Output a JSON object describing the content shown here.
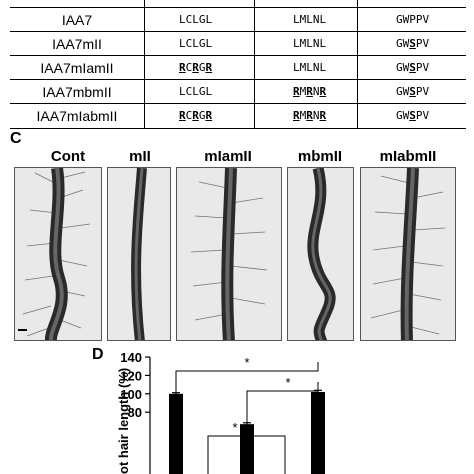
{
  "table": {
    "rows": [
      {
        "name": "IAA7",
        "s1": [
          {
            "t": "LCLGL",
            "m": false
          }
        ],
        "s2": [
          {
            "t": "LMLNL",
            "m": false
          }
        ],
        "s3": [
          {
            "t": "GWPPV",
            "m": false
          }
        ]
      },
      {
        "name": "IAA7mII",
        "s1": [
          {
            "t": "LCLGL",
            "m": false
          }
        ],
        "s2": [
          {
            "t": "LMLNL",
            "m": false
          }
        ],
        "s3": [
          {
            "t": "GW",
            "m": false
          },
          {
            "t": "S",
            "m": true
          },
          {
            "t": "PV",
            "m": false
          }
        ]
      },
      {
        "name": "IAA7mIamII",
        "s1": [
          {
            "t": "R",
            "m": true
          },
          {
            "t": "C",
            "m": false
          },
          {
            "t": "R",
            "m": true
          },
          {
            "t": "G",
            "m": false
          },
          {
            "t": "R",
            "m": true
          }
        ],
        "s2": [
          {
            "t": "LMLNL",
            "m": false
          }
        ],
        "s3": [
          {
            "t": "GW",
            "m": false
          },
          {
            "t": "S",
            "m": true
          },
          {
            "t": "PV",
            "m": false
          }
        ]
      },
      {
        "name": "IAA7mbmII",
        "s1": [
          {
            "t": "LCLGL",
            "m": false
          }
        ],
        "s2": [
          {
            "t": "R",
            "m": true
          },
          {
            "t": "M",
            "m": false
          },
          {
            "t": "R",
            "m": true
          },
          {
            "t": "N",
            "m": false
          },
          {
            "t": "R",
            "m": true
          }
        ],
        "s3": [
          {
            "t": "GW",
            "m": false
          },
          {
            "t": "S",
            "m": true
          },
          {
            "t": "PV",
            "m": false
          }
        ]
      },
      {
        "name": "IAA7mIabmII",
        "s1": [
          {
            "t": "R",
            "m": true
          },
          {
            "t": "C",
            "m": false
          },
          {
            "t": "R",
            "m": true
          },
          {
            "t": "G",
            "m": false
          },
          {
            "t": "R",
            "m": true
          }
        ],
        "s2": [
          {
            "t": "R",
            "m": true
          },
          {
            "t": "M",
            "m": false
          },
          {
            "t": "R",
            "m": true
          },
          {
            "t": "N",
            "m": false
          },
          {
            "t": "R",
            "m": true
          }
        ],
        "s3": [
          {
            "t": "GW",
            "m": false
          },
          {
            "t": "S",
            "m": true
          },
          {
            "t": "PV",
            "m": false
          }
        ]
      }
    ]
  },
  "panel_c": {
    "letter": "C",
    "labels": [
      "Cont",
      "mII",
      "mIamII",
      "mbmII",
      "mIabmII"
    ]
  },
  "panel_d": {
    "letter": "D",
    "ylabel_visible": "ot hair length (%)"
  },
  "chart_data": {
    "type": "bar",
    "ylabel": "ot hair length (%)",
    "ylim": [
      40,
      140
    ],
    "yticks": [
      140,
      120,
      100,
      80
    ],
    "values": [
      100,
      67,
      102
    ],
    "errors": [
      1.2,
      1.5,
      1.8
    ],
    "significance": [
      "*",
      "*",
      "*"
    ],
    "bar_color": "#000000"
  }
}
